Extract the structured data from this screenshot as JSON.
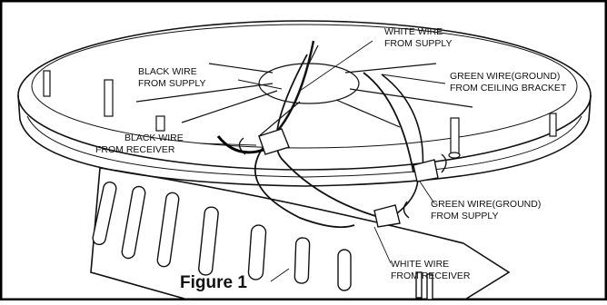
{
  "figure": {
    "caption": "Figure 1",
    "labels": {
      "white_supply_1": "WHITE WIRE",
      "white_supply_2": "FROM SUPPLY",
      "black_supply_1": "BLACK WIRE",
      "black_supply_2": "FROM SUPPLY",
      "green_bracket_1": "GREEN WIRE(GROUND)",
      "green_bracket_2": "FROM CEILING BRACKET",
      "black_receiver_1": "BLACK WIRE",
      "black_receiver_2": "FROM RECEIVER",
      "green_supply_1": "GREEN WIRE(GROUND)",
      "green_supply_2": "FROM SUPPLY",
      "white_receiver_1": "WHITE WIRE",
      "white_receiver_2": "FROM RECEIVER"
    }
  },
  "colors": {
    "frame": "#000000",
    "line": "#111111",
    "background": "#ffffff"
  }
}
